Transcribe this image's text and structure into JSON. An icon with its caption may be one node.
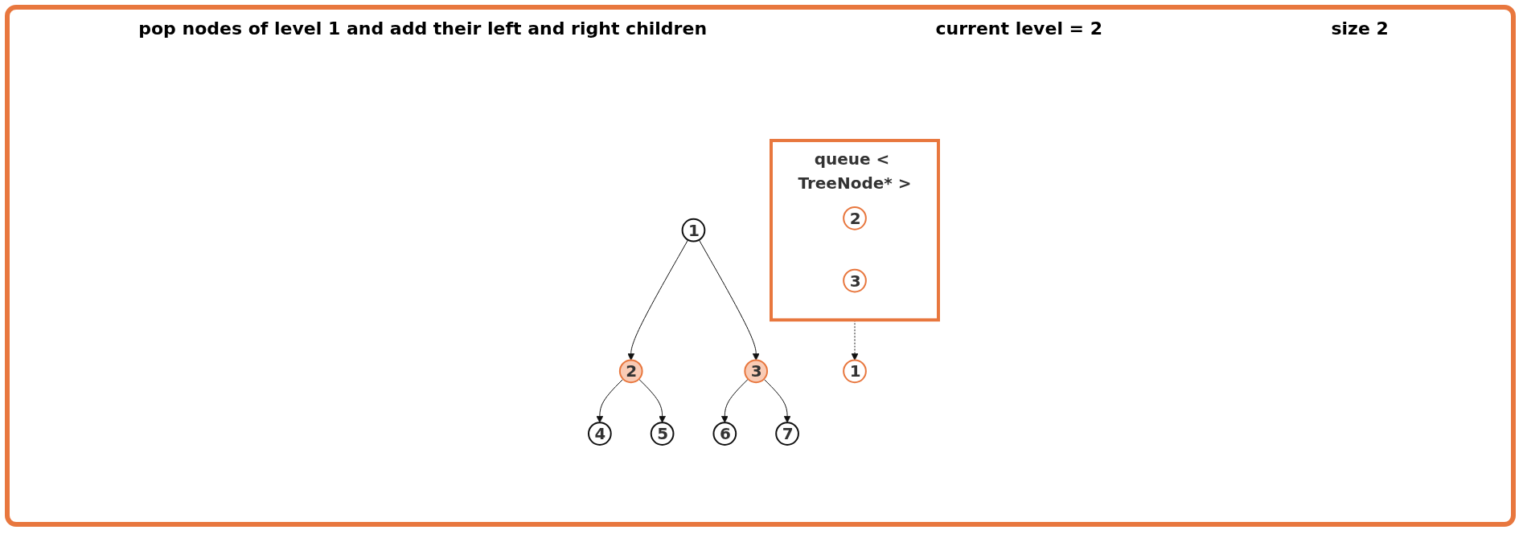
{
  "diagram": {
    "nodes": [
      {
        "text": [
          "1"
        ]
      },
      {
        "text": [
          "2"
        ]
      },
      {
        "text": [
          "3"
        ]
      },
      {
        "text": [
          "4"
        ]
      },
      {
        "text": [
          "5"
        ]
      },
      {
        "text": [
          "6"
        ]
      },
      {
        "text": [
          "7"
        ]
      },
      {
        "text": [],
        "shape": "box",
        "beside": [
          "queue < TreeNode* >"
        ]
      },
      {
        "text": [
          "2"
        ],
        "in": 7
      },
      {
        "text": [
          "3"
        ],
        "in": 7
      },
      {
        "text": [
          "1"
        ]
      }
    ],
    "edges": [
      {
        "from": 0,
        "to": 1,
        "arrow": "to"
      },
      {
        "from": 0,
        "to": 2,
        "arrow": "to"
      },
      {
        "from": 1,
        "to": 3,
        "arrow": "to"
      },
      {
        "from": 1,
        "to": 4,
        "arrow": "to"
      },
      {
        "from": 2,
        "to": 5,
        "arrow": "to"
      },
      {
        "from": 2,
        "to": 6,
        "arrow": "to"
      },
      {
        "from": 7,
        "to": 10,
        "arrow": "to",
        "style": "dashed"
      }
    ],
    "labels": [
      "pop nodes of level 1 and add their left and right children",
      "current level = 2",
      "size 2"
    ]
  }
}
